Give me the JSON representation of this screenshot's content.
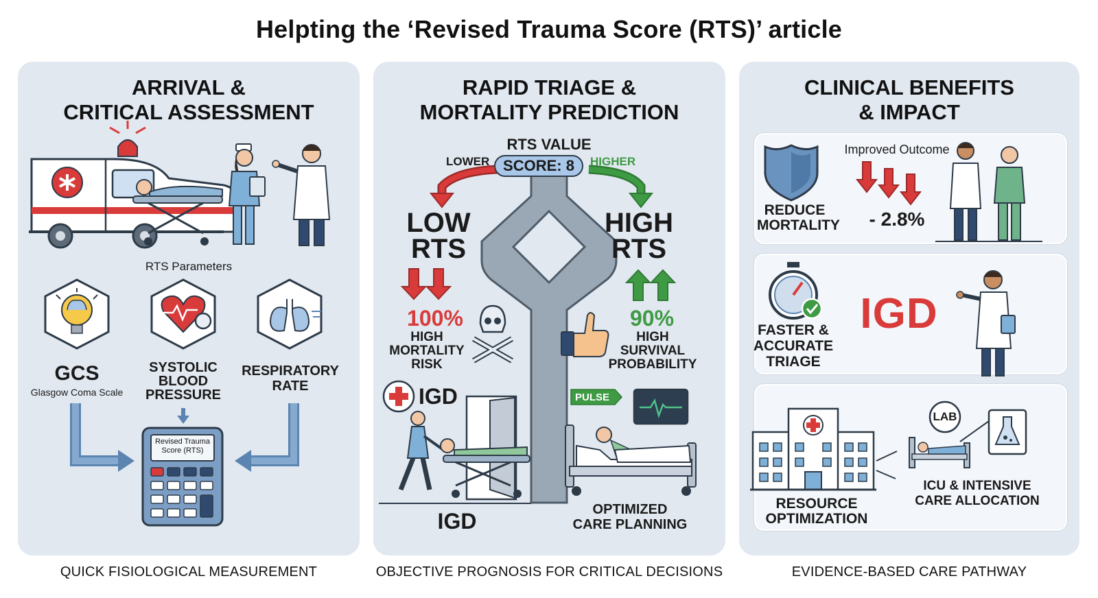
{
  "title": "Helpting the ‘Revised Trauma Score (RTS)’ article",
  "colors": {
    "panel_bg": "#e1e8f0",
    "red": "#d93a3a",
    "green": "#3f9a44",
    "blue": "#5b84b1",
    "dark": "#2d3a48"
  },
  "panel1": {
    "title_line1": "ARRIVAL &",
    "title_line2": "CRITICAL ASSESSMENT",
    "params_label": "RTS Parameters",
    "gcs": "GCS",
    "gcs_sub": "Glasgow Coma Scale",
    "sbp_line1": "SYSTOLIC",
    "sbp_line2": "BLOOD",
    "sbp_line3": "PRESSURE",
    "rr_line1": "RESPIRATORY",
    "rr_line2": "RATE",
    "calc_line1": "Revised Trauma",
    "calc_line2": "Score (RTS)",
    "footer": "QUICK FISIOLOGICAL MEASUREMENT",
    "icons": [
      "ambulance-icon",
      "nurse-icon",
      "doctor-icon",
      "brain-bulb-icon",
      "heart-bp-icon",
      "lungs-icon",
      "calculator-icon"
    ]
  },
  "panel2": {
    "title_line1": "RAPID TRIAGE &",
    "title_line2": "MORTALITY PREDICTION",
    "rts_value": "RTS VALUE",
    "score": "SCORE: 8",
    "lower": "LOWER",
    "higher": "HIGHER",
    "low_line1": "LOW",
    "low_line2": "RTS",
    "high_line1": "HIGH",
    "high_line2": "RTS",
    "low_pct": "100%",
    "low_desc1": "HIGH",
    "low_desc2": "MORTALITY",
    "low_desc3": "RISK",
    "high_pct": "90%",
    "high_desc1": "HIGH",
    "high_desc2": "SURVIVAL",
    "high_desc3": "PROBABILITY",
    "igd_label": "IGD",
    "igd_bottom": "IGD",
    "pulse": "PULSE",
    "care1": "OPTIMIZED",
    "care2": "CARE PLANNING",
    "footer": "OBJECTIVE PROGNOSIS FOR CRITICAL DECISIONS",
    "icons": [
      "skull-icon",
      "thumbs-up-icon",
      "stretcher-icon",
      "monitor-icon",
      "bed-icon"
    ]
  },
  "panel3": {
    "title_line1": "CLINICAL BENEFITS",
    "title_line2": "& IMPACT",
    "improved": "Improved Outcome",
    "reduce1": "REDUCE",
    "reduce2": "MORTALITY",
    "delta": "- 2.8%",
    "faster1": "FASTER &",
    "faster2": "ACCURATE",
    "faster3": "TRIAGE",
    "igd_big": "IGD",
    "lab": "LAB",
    "resource1": "RESOURCE",
    "resource2": "OPTIMIZATION",
    "icu1": "ICU & INTENSIVE",
    "icu2": "CARE ALLOCATION",
    "footer": "EVIDENCE-BASED CARE PATHWAY",
    "icons": [
      "shield-icon",
      "stopwatch-icon",
      "hospital-icon",
      "flask-icon"
    ]
  }
}
